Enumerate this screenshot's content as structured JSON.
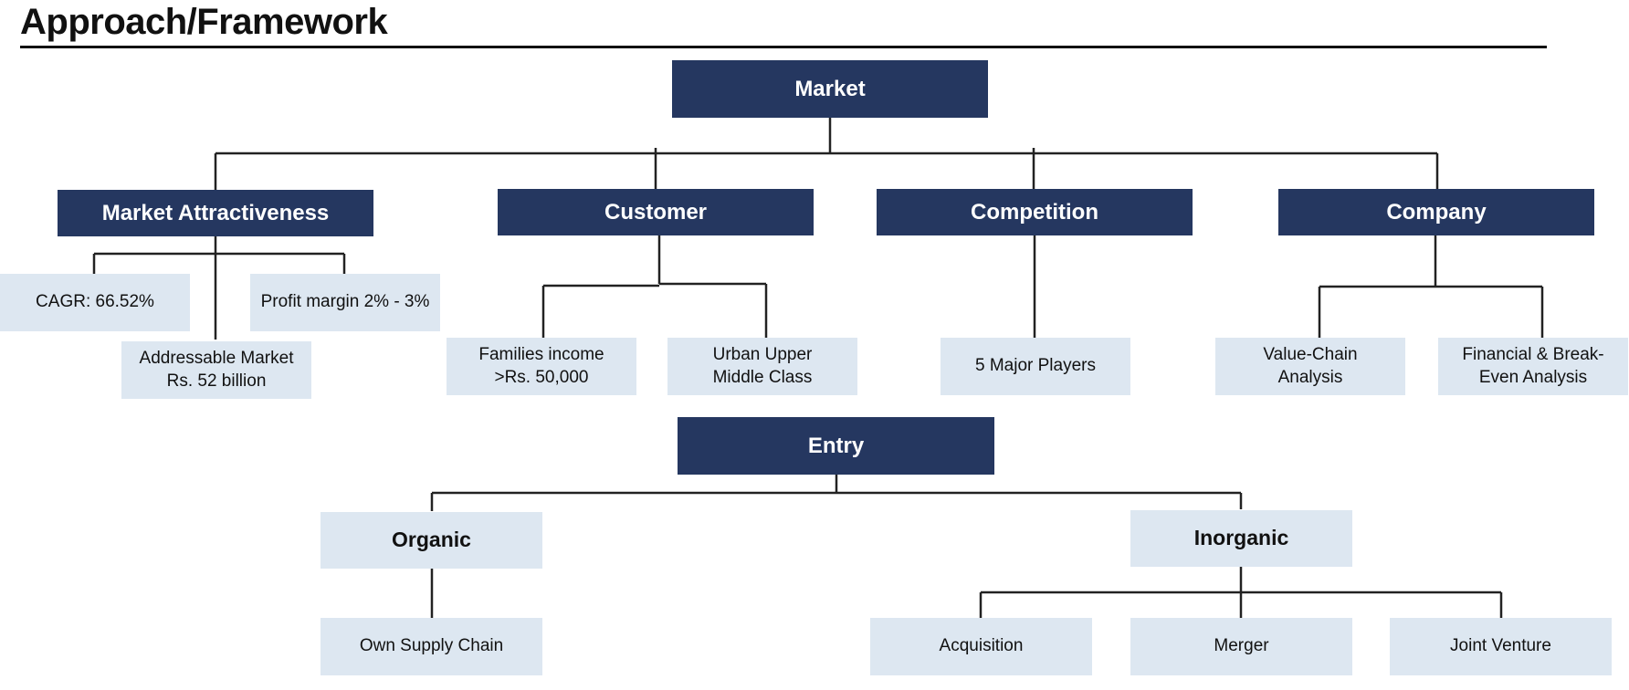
{
  "page": {
    "title": "Approach/Framework"
  },
  "market": {
    "root": "Market",
    "categories": {
      "attractiveness": {
        "label": "Market Attractiveness",
        "items": [
          "CAGR: 66.52%",
          "Addressable Market\nRs. 52 billion",
          "Profit margin 2% - 3%"
        ]
      },
      "customer": {
        "label": "Customer",
        "items": [
          "Families income\n>Rs. 50,000",
          "Urban Upper\nMiddle Class"
        ]
      },
      "competition": {
        "label": "Competition",
        "items": [
          "5 Major Players"
        ]
      },
      "company": {
        "label": "Company",
        "items": [
          "Value-Chain\nAnalysis",
          "Financial & Break-\nEven Analysis"
        ]
      }
    }
  },
  "entry": {
    "root": "Entry",
    "organic": {
      "label": "Organic",
      "items": [
        "Own Supply Chain"
      ]
    },
    "inorganic": {
      "label": "Inorganic",
      "items": [
        "Acquisition",
        "Merger",
        "Joint Venture"
      ]
    }
  },
  "colors": {
    "dark_box": "#253760",
    "light_box": "#dde7f1",
    "line": "#222222"
  }
}
